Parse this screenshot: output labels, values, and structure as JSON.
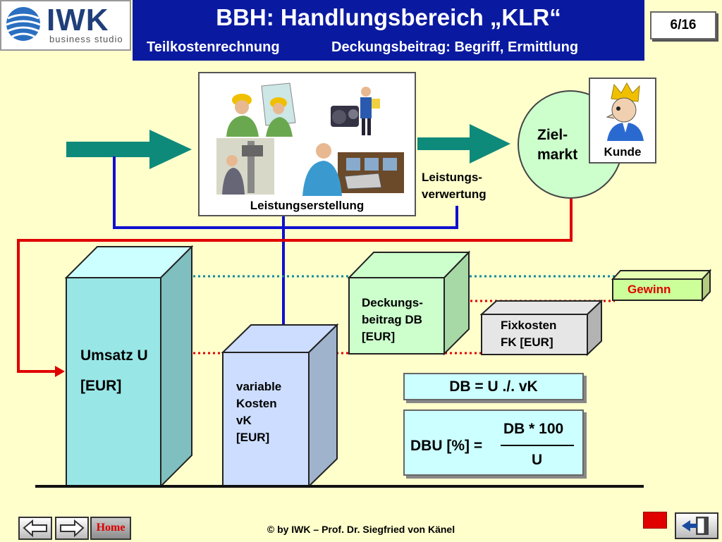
{
  "header": {
    "logo_text": "IWK",
    "logo_sub": "business studio",
    "title": "BBH: Handlungsbereich „KLR“",
    "subtitle_left": "Teilkostenrechnung",
    "subtitle_right": "Deckungsbeitrag: Begriff, Ermittlung",
    "page": "6/16"
  },
  "process": {
    "production_label": "Leistungserstellung",
    "usage_label_1": "Leistungs-",
    "usage_label_2": "verwertung",
    "market_label_1": "Ziel-",
    "market_label_2": "markt",
    "customer_label": "Kunde"
  },
  "blocks": {
    "revenue_1": "Umsatz U",
    "revenue_2": "[EUR]",
    "variable_costs": [
      "variable",
      "Kosten",
      "vK",
      "[EUR]"
    ],
    "contribution": [
      "Deckungs-",
      "beitrag DB",
      "[EUR]"
    ],
    "fixed_costs": [
      "Fixkosten",
      "FK [EUR]"
    ],
    "profit": "Gewinn"
  },
  "formulas": {
    "db": "DB = U ./. vK",
    "dbu_left": "DBU [%] =",
    "dbu_numerator": "DB * 100",
    "dbu_denominator": "U"
  },
  "footer": {
    "home_label": "Home",
    "copyright": "© by IWK – Prof. Dr. Siegfried von Känel"
  },
  "colors": {
    "header_bar": "#0a1aa0",
    "background": "#ffffcc",
    "arrow_teal": "#0e8a7a",
    "line_blue": "#1010d0",
    "line_red": "#e00000"
  },
  "icons": [
    "globe-icon",
    "back-arrow-icon",
    "forward-arrow-icon",
    "exit-door-icon"
  ]
}
